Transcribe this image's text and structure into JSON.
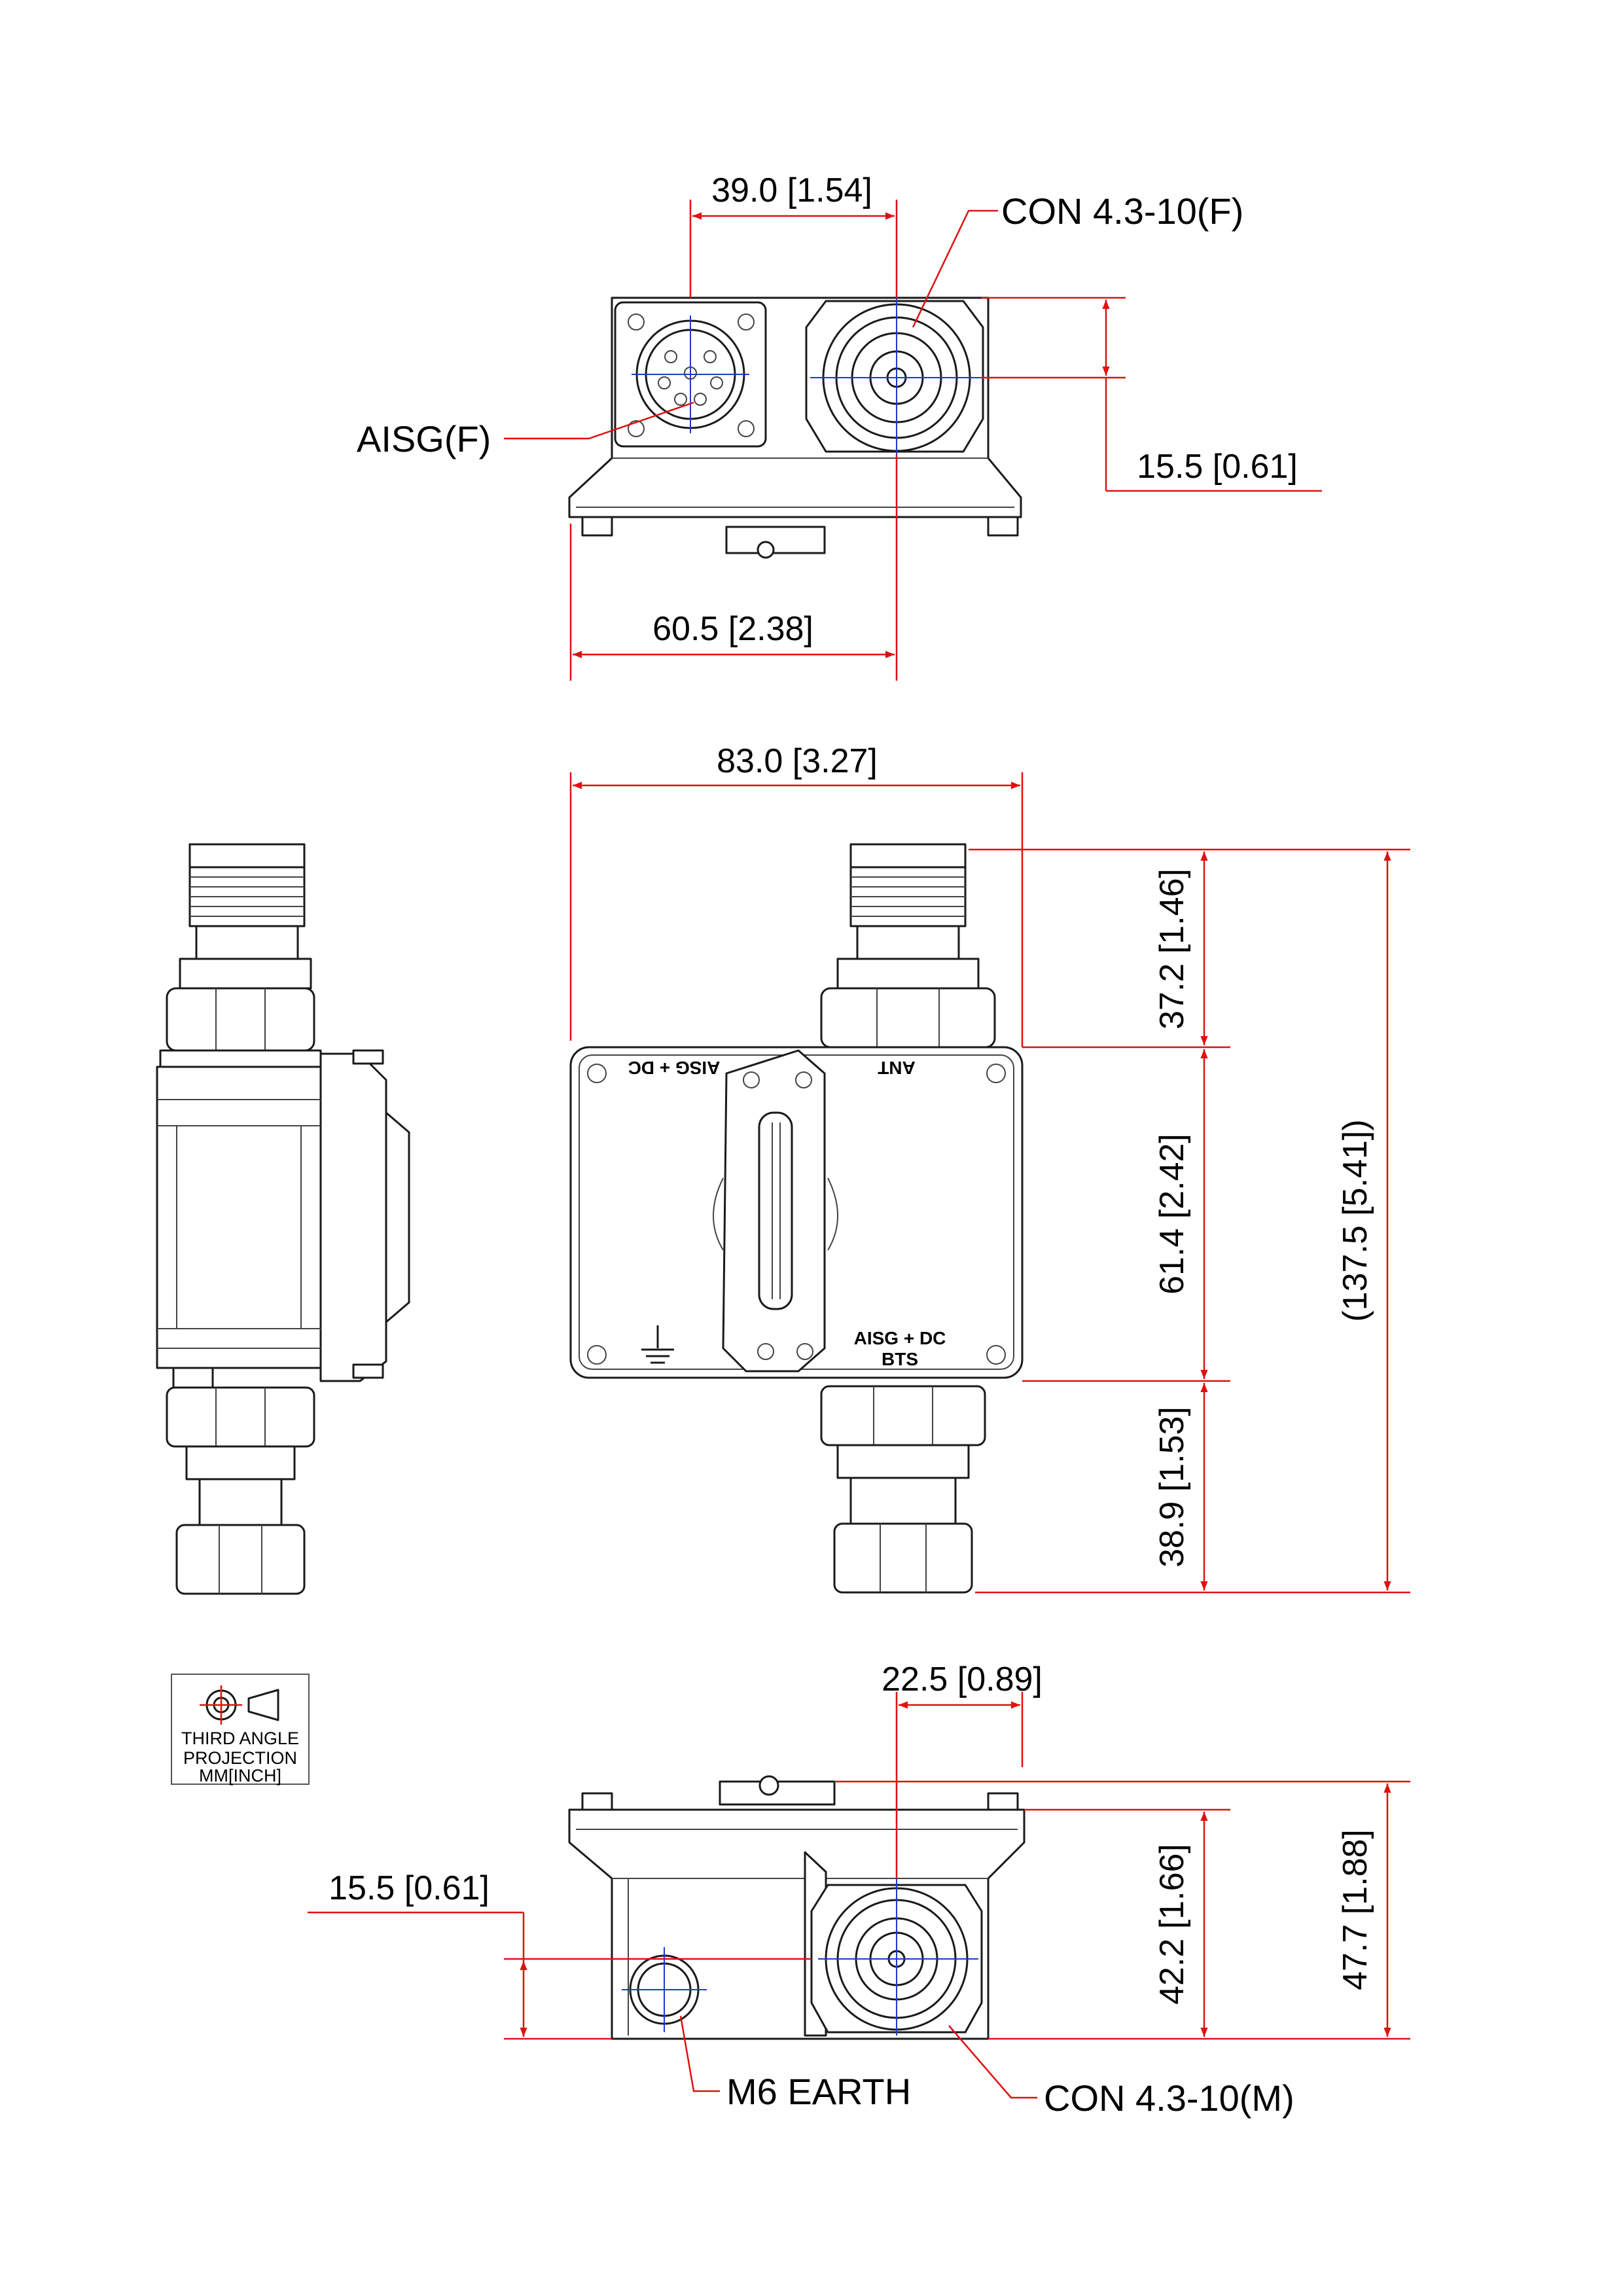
{
  "dimensions": {
    "top_aisg_offset": "39.0 [1.54]",
    "top_con_height": "15.5 [0.61]",
    "top_con_offset": "60.5 [2.38]",
    "front_width": "83.0 [3.27]",
    "front_top_connector": "37.2 [1.46]",
    "front_body_height": "61.4 [2.42]",
    "front_bottom_connector": "38.9 [1.53]",
    "front_total_height": "(137.5 [5.41])",
    "bottom_con_offset": "22.5 [0.89]",
    "bottom_earth_height": "15.5 [0.61]",
    "bottom_con_height": "42.2 [1.66]",
    "bottom_total_height": "47.7 [1.88]"
  },
  "callouts": {
    "con_female": "CON 4.3-10(F)",
    "aisg_female": "AISG(F)",
    "m6_earth": "M6 EARTH",
    "con_male": "CON 4.3-10(M)"
  },
  "markings": {
    "ant": "ANT",
    "aisg_dc_top": "AISG + DC",
    "aisg_dc_bottom": "AISG + DC",
    "bts": "BTS"
  },
  "projection": {
    "line1": "THIRD ANGLE",
    "line2": "PROJECTION",
    "line3": "MM[INCH]"
  },
  "colors": {
    "dimension_lines": "#e01010",
    "centerlines": "#1a3cc8",
    "outline": "#1a1a1a"
  }
}
